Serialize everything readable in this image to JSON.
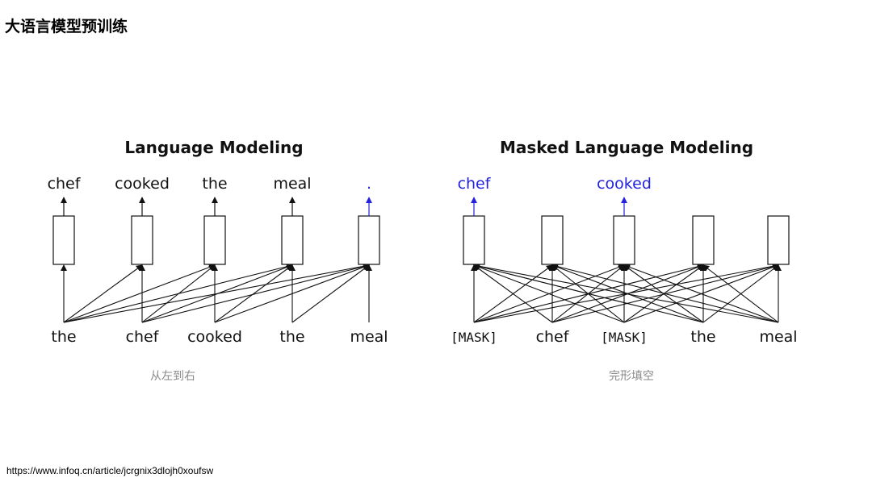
{
  "page": {
    "title": "大语言模型预训练"
  },
  "left_diagram": {
    "title": "Language Modeling",
    "outputs": [
      "chef",
      "cooked",
      "the",
      "meal",
      "."
    ],
    "inputs": [
      "the",
      "chef",
      "cooked",
      "the",
      "meal"
    ],
    "caption": "从左到右"
  },
  "right_diagram": {
    "title": "Masked Language Modeling",
    "outputs": [
      "chef",
      "",
      "cooked",
      "",
      ""
    ],
    "inputs": [
      "[MASK]",
      "chef",
      "[MASK]",
      "the",
      "meal"
    ],
    "caption": "完形填空"
  },
  "source": "https://www.infoq.cn/article/jcrgnix3dlojh0xoufsw",
  "colors": {
    "highlight": "#2222dd",
    "line": "#111111",
    "caption": "#8a8a8a"
  }
}
